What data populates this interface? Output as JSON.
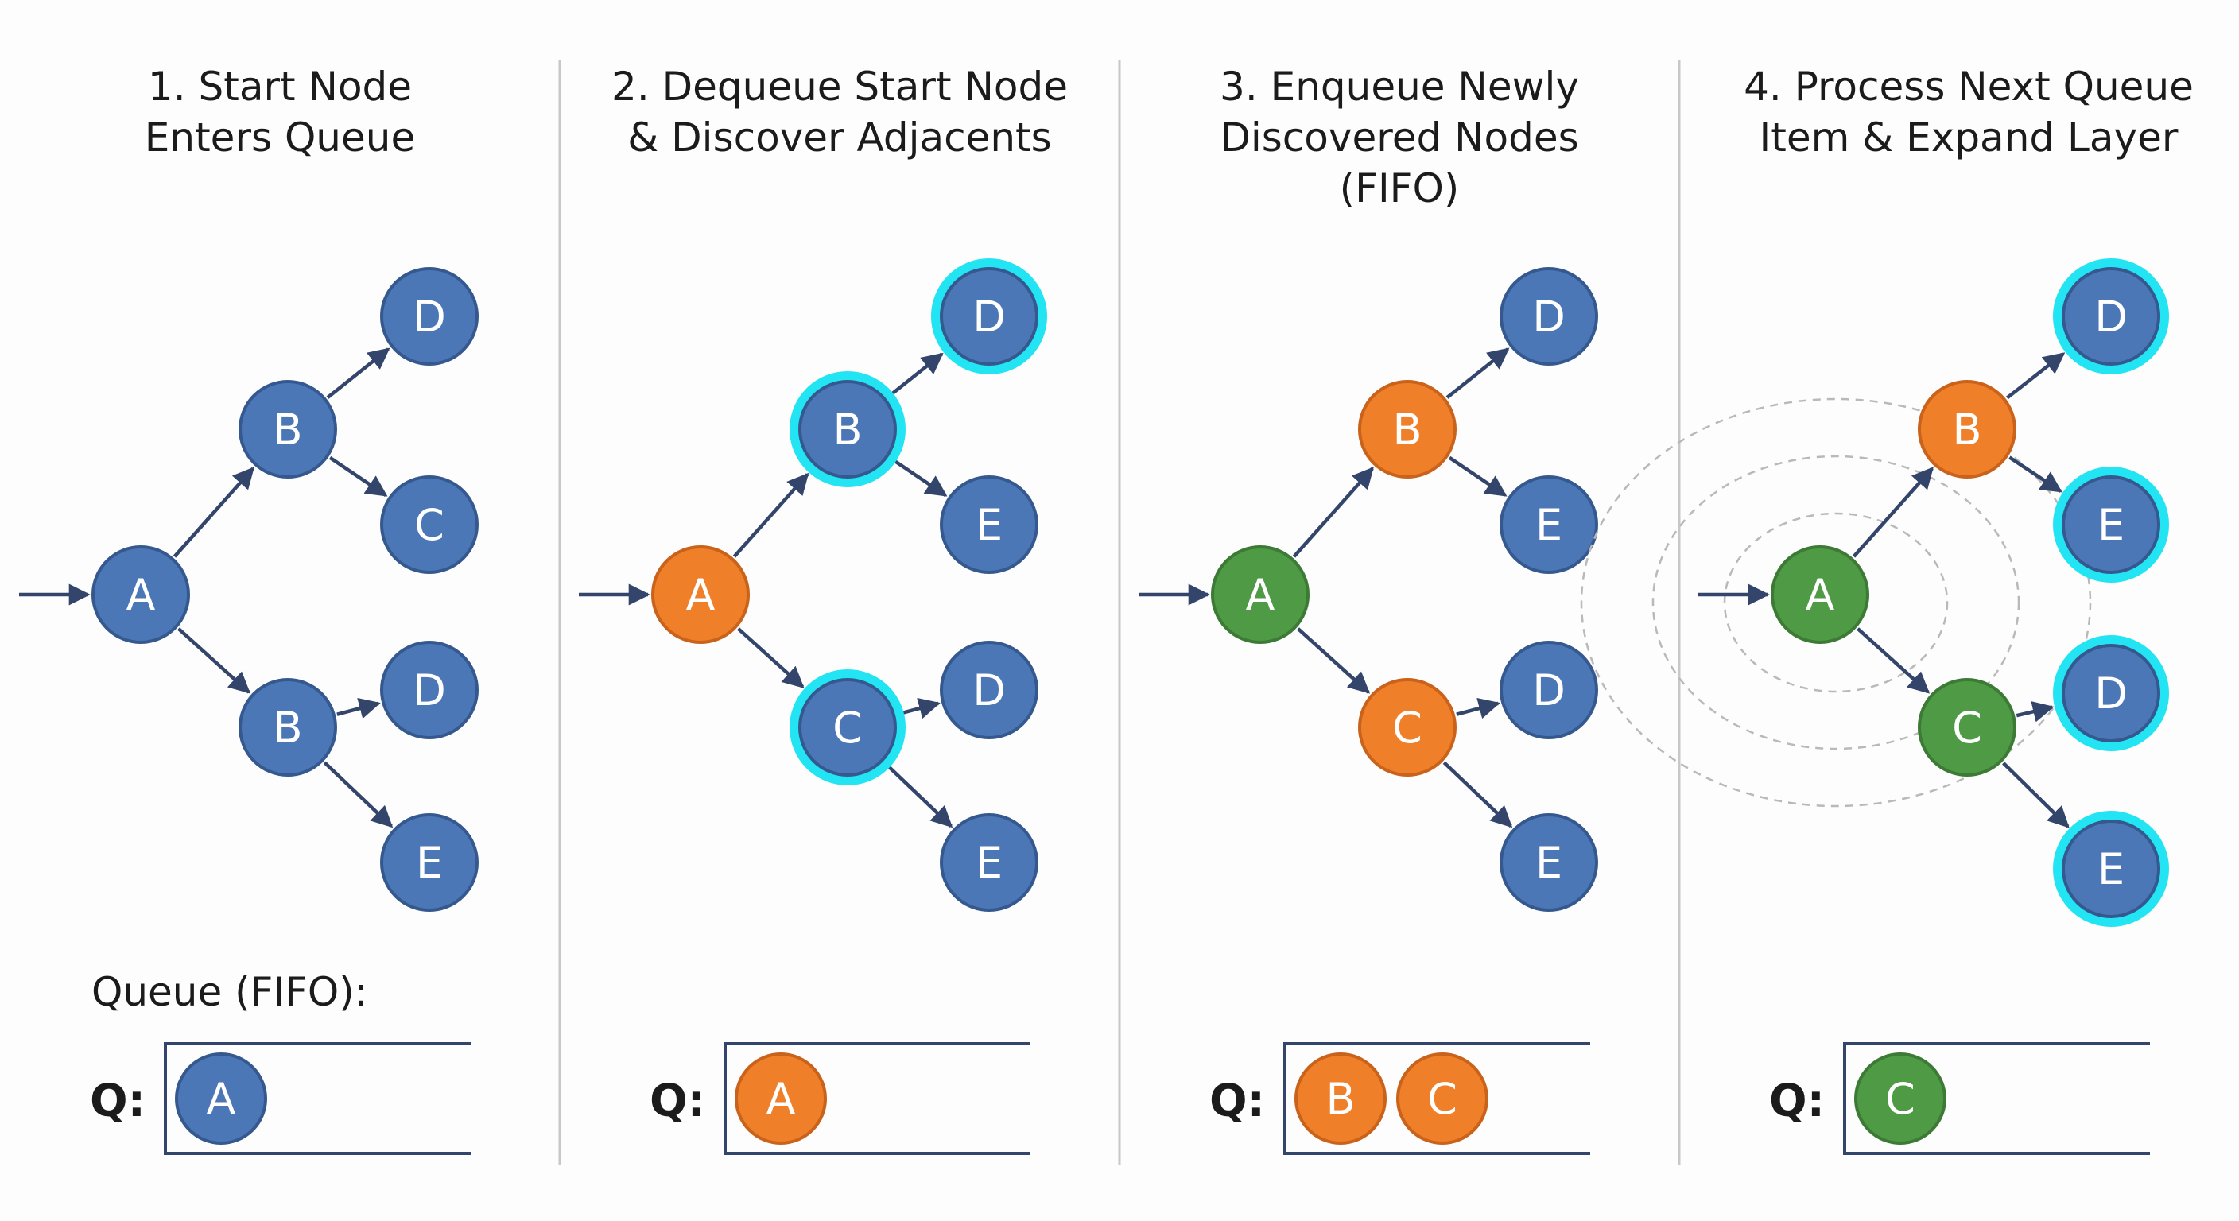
{
  "colors": {
    "default": "#4c77b6",
    "current": "#f07f2a",
    "visited": "#4e9a45",
    "discovered_ring": "#22e4f2",
    "edge": "#34456b",
    "divider": "#c8c8c8",
    "queue_box": "#34456b",
    "text": "#1b1b1b"
  },
  "queue_caption": "Queue (FIFO):",
  "panels": [
    {
      "id": "p1",
      "title_lines": [
        "1. Start Node",
        "Enters Queue"
      ],
      "queue_label": "Q:",
      "queue": [
        {
          "label": "A",
          "state": "default"
        }
      ],
      "nodes": [
        {
          "id": "A",
          "label": "A",
          "state": "default"
        },
        {
          "id": "B1",
          "label": "B",
          "state": "default"
        },
        {
          "id": "B2",
          "label": "B",
          "state": "default"
        },
        {
          "id": "D1",
          "label": "D",
          "state": "default"
        },
        {
          "id": "C1",
          "label": "C",
          "state": "default"
        },
        {
          "id": "D2",
          "label": "D",
          "state": "default"
        },
        {
          "id": "E2",
          "label": "E",
          "state": "default"
        }
      ]
    },
    {
      "id": "p2",
      "title_lines": [
        "2. Dequeue Start Node",
        "& Discover Adjacents"
      ],
      "queue_label": "Q:",
      "queue": [
        {
          "label": "A",
          "state": "current"
        }
      ],
      "nodes": [
        {
          "id": "A",
          "label": "A",
          "state": "current"
        },
        {
          "id": "B1",
          "label": "B",
          "state": "discovered"
        },
        {
          "id": "B2",
          "label": "C",
          "state": "discovered"
        },
        {
          "id": "D1",
          "label": "D",
          "state": "discovered"
        },
        {
          "id": "C1",
          "label": "E",
          "state": "default"
        },
        {
          "id": "D2",
          "label": "D",
          "state": "default"
        },
        {
          "id": "E2",
          "label": "E",
          "state": "default"
        }
      ]
    },
    {
      "id": "p3",
      "title_lines": [
        "3. Enqueue Newly",
        "Discovered Nodes",
        "(FIFO)"
      ],
      "queue_label": "Q:",
      "queue": [
        {
          "label": "B",
          "state": "current"
        },
        {
          "label": "C",
          "state": "current"
        }
      ],
      "nodes": [
        {
          "id": "A",
          "label": "A",
          "state": "visited"
        },
        {
          "id": "B1",
          "label": "B",
          "state": "current"
        },
        {
          "id": "B2",
          "label": "C",
          "state": "current"
        },
        {
          "id": "D1",
          "label": "D",
          "state": "default"
        },
        {
          "id": "C1",
          "label": "E",
          "state": "default"
        },
        {
          "id": "D2",
          "label": "D",
          "state": "default"
        },
        {
          "id": "E2",
          "label": "E",
          "state": "default"
        }
      ]
    },
    {
      "id": "p4",
      "title_lines": [
        "4. Process Next Queue",
        "Item & Expand Layer"
      ],
      "queue_label": "Q:",
      "queue": [
        {
          "label": "C",
          "state": "visited"
        }
      ],
      "ripples": true,
      "nodes": [
        {
          "id": "A",
          "label": "A",
          "state": "visited"
        },
        {
          "id": "B1",
          "label": "B",
          "state": "current"
        },
        {
          "id": "B2",
          "label": "C",
          "state": "visited"
        },
        {
          "id": "D1",
          "label": "D",
          "state": "discovered"
        },
        {
          "id": "C1",
          "label": "E",
          "state": "discovered"
        },
        {
          "id": "D2",
          "label": "D",
          "state": "discovered"
        },
        {
          "id": "E2",
          "label": "E",
          "state": "discovered"
        }
      ]
    }
  ],
  "edges": [
    {
      "from": "A",
      "to": "B1"
    },
    {
      "from": "A",
      "to": "B2"
    },
    {
      "from": "B1",
      "to": "D1"
    },
    {
      "from": "B1",
      "to": "C1"
    },
    {
      "from": "B2",
      "to": "D2"
    },
    {
      "from": "B2",
      "to": "E2"
    }
  ]
}
